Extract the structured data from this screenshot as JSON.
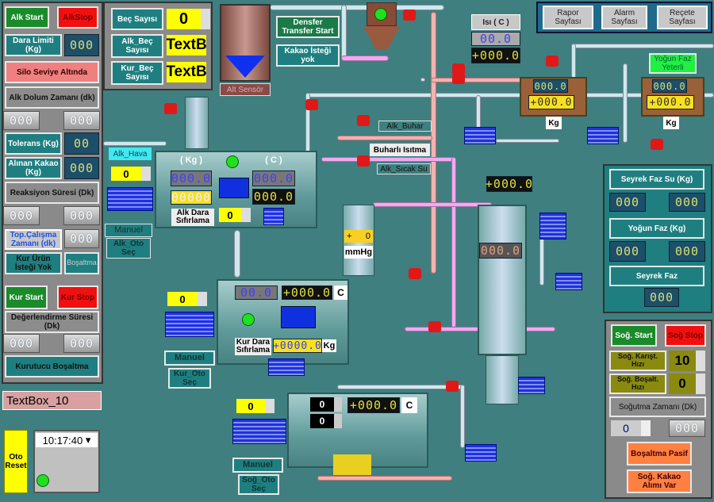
{
  "left_panel": {
    "alk_start": "Alk Start",
    "alk_stop": "AlkStop",
    "dara_limiti": "Dara Limiti (Kg)",
    "dara_limiti_value": "000",
    "silo_seviye": "Silo Seviye Altında",
    "alk_dolum": "Alk Dolum Zamanı (dk)",
    "alk_dolum_v1": "000",
    "alk_dolum_v2": "000",
    "tolerans": "Tolerans (Kg)",
    "tolerans_value": "00",
    "alinan_kakao": "Alınan Kakao (Kg)",
    "alinan_kakao_value": "000",
    "reaksiyon": "Reaksiyon Süresi (Dk)",
    "reaksiyon_v1": "000",
    "reaksiyon_v2": "000",
    "top_calisma": "Top.Çalışma Zamanı (dk)",
    "top_calisma_value": "000",
    "kur_urun": "Kur Ürün İsteği  Yok",
    "bosaltma": "Boşaltma",
    "kur_start": "Kur Start",
    "kur_stop": "Kur Stop",
    "degerlendirme": "Değerlendirme Süresi (Dk)",
    "degerlendirme_v1": "000",
    "degerlendirme_v2": "000",
    "kurutucu_bosaltma": "Kurutucu Boşaltma"
  },
  "textbox_10": "TextBox_10",
  "oto_reset": "Oto Reset",
  "clock": "10:17:40",
  "batch_panel": {
    "bec_sayisi": "Beç Sayısı",
    "bec_value": "0",
    "alk_bec": "Alk_Beç Sayısı",
    "alk_bec_value": "TextB",
    "kur_bec": "Kur_Beç Sayısı",
    "kur_bec_value": "TextB"
  },
  "silo": {
    "alt_sensor": "Alt Sensör"
  },
  "densfer_transfer": "Densfer Transfer Start",
  "kakao_istegi": "Kakao İsteği yok",
  "isi": {
    "label": "Isı ( C )",
    "value1": "00.0",
    "value2": "+000.0"
  },
  "nav": {
    "rapor": "Rapor Sayfası",
    "alarm": "Alarm Sayfası",
    "recete": "Reçete Sayfası"
  },
  "yogun_faz_yeterli": "Yoğun Faz Yeterli",
  "tank1": {
    "lcd1": "000.0",
    "lcd2": "+000.0",
    "unit": "Kg"
  },
  "tank2": {
    "lcd1": "000.0",
    "lcd2": "+000.0",
    "unit": "Kg"
  },
  "pipe_labels": {
    "alk_buhar": "Alk_Buhar",
    "buharli_isitma": "Buharlı Isıtma",
    "alk_sicak_su": "Alk_Sıcak Su"
  },
  "column": {
    "top_lcd": "+000.0",
    "lcd": "000.0"
  },
  "vacuum": {
    "sign": "+",
    "value": "0",
    "unit": "mmHg"
  },
  "alk": {
    "hava": "Alk_Hava",
    "hava_value": "0",
    "manuel": "Manuel",
    "oto_sec": "Alk_Oto Seç",
    "kg_label": "( Kg )",
    "c_label": "( C )",
    "kg_lcd": "000.0",
    "kg_lcd2": "00000",
    "c_lcd": "000.0",
    "c_lcd2": "000.0",
    "dara": "Alk Dara Sıfırlama",
    "dara_value": "0"
  },
  "kur": {
    "spin": "0",
    "manuel": "Manuel",
    "oto_sec": "Kur_Oto Seç",
    "lcd1": "00.0",
    "lcd2": "+000.0",
    "c": "C",
    "dara": "Kur Dara Sıfırlama",
    "dara_lcd": "+0000.0",
    "kg": "Kg"
  },
  "sog": {
    "spin": "0",
    "manuel": "Manuel",
    "oto_sec": "Soğ_Oto Seç",
    "val1": "0",
    "val2": "0",
    "lcd": "+000.0",
    "c": "C"
  },
  "right_panel": {
    "seyrek_faz_su": "Seyrek Faz Su (Kg)",
    "sfs_v1": "000",
    "sfs_v2": "000",
    "yogun_faz": "Yoğun Faz (Kg)",
    "yf_v1": "000",
    "yf_v2": "000",
    "seyrek_faz": "Seyrek Faz",
    "sf_v": "000"
  },
  "sog_panel": {
    "start": "Soğ. Start",
    "stop": "Soğ Stop",
    "karist_label": "Soğ. Karışt. Hızı",
    "karist_value": "10",
    "bosalt_label": "Soğ. Boşalt. Hızı",
    "bosalt_value": "0",
    "sogutma_zamani": "Soğutma Zamanı (Dk)",
    "sogutma_value": "0",
    "sogutma_lcd": "000",
    "bosaltma_pasif": "Boşaltma Pasif",
    "kakao_alimi": "Soğ. Kakao Alımı Var"
  },
  "colors": {
    "background": "#3f7f80",
    "start": "#1a8a2a",
    "stop": "#f01010",
    "display": "#ffff00"
  }
}
